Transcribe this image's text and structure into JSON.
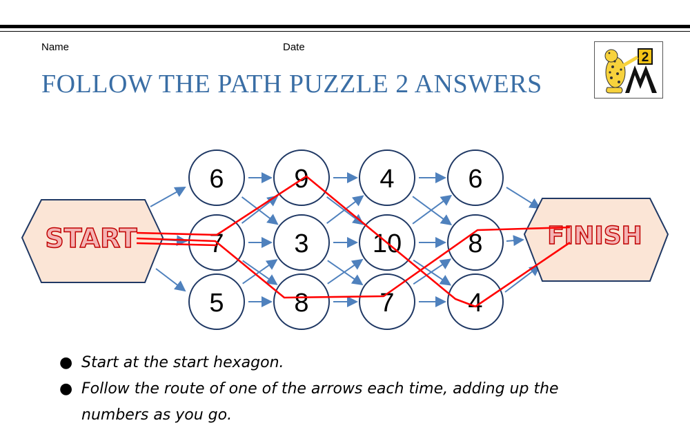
{
  "header": {
    "name_label": "Name",
    "date_label": "Date",
    "title": "FOLLOW THE PATH PUZZLE 2 ANSWERS",
    "title_color": "#3a6ea5",
    "logo_badge": "2"
  },
  "puzzle": {
    "start_label": "START",
    "finish_label": "FINISH",
    "columns": [
      [
        "6",
        "7",
        "5"
      ],
      [
        "9",
        "3",
        "8"
      ],
      [
        "4",
        "10",
        "7"
      ],
      [
        "6",
        "8",
        "4"
      ]
    ],
    "arrow_color": "#4f81bd",
    "answer_path_color": "#ff0000",
    "hexagon_fill": "#fbe5d6",
    "hexagon_text_color": "#f4b4b4"
  },
  "instructions": {
    "items": [
      "Start at the start hexagon.",
      "Follow the route of one of the arrows each time, adding up the",
      "numbers as you go."
    ]
  }
}
